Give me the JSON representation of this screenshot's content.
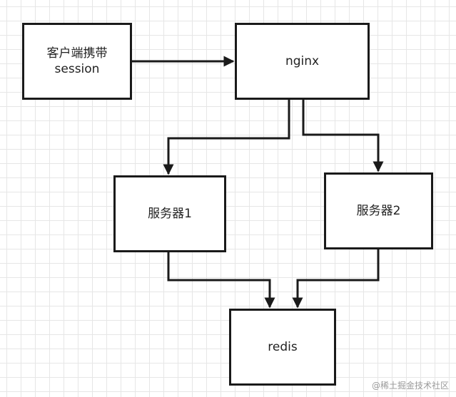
{
  "nodes": {
    "client": {
      "line1": "客户端携带",
      "line2": "session"
    },
    "nginx": {
      "label": "nginx"
    },
    "server1": {
      "label": "服务器1"
    },
    "server2": {
      "label": "服务器2"
    },
    "redis": {
      "label": "redis"
    }
  },
  "watermark": "@稀土掘金技术社区",
  "colors": {
    "stroke": "#1a1a1a",
    "grid": "#e6e6e6",
    "background": "#ffffff",
    "watermark": "#9a9a9a"
  }
}
